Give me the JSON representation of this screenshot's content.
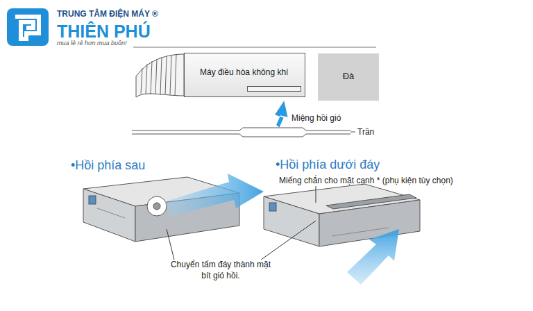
{
  "diagram": {
    "nodes": [
      {
        "text": [
          "Máy điều hòa không khí"
        ]
      },
      {
        "text": [
          "Đà"
        ]
      }
    ],
    "labels": [
      "TRUNG TÂM ĐIỆN MÁY ®",
      "THIÊN PHÚ",
      "mua lẻ rẻ hơn mua buôn!",
      "Miệng hồi gió",
      "Trần",
      "•Hồi phía sau",
      "•Hồi phía dưới đáy",
      "Miếng chắn cho mặt cạnh * (phụ kiện tùy chọn)",
      "Chuyển tấm đáy thành mặt bít gió hồi."
    ]
  }
}
